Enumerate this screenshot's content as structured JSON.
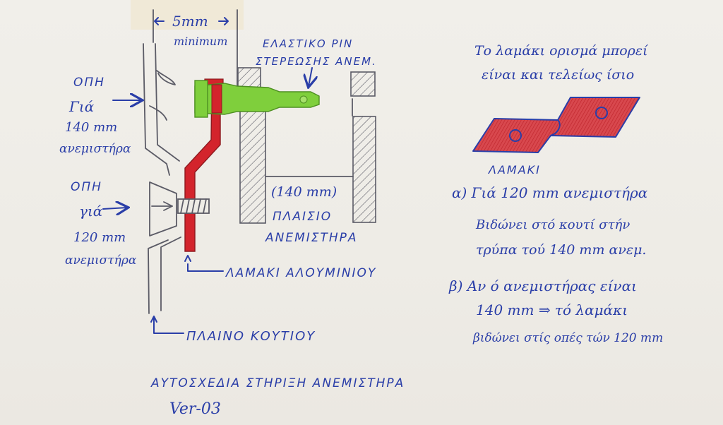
{
  "labels": {
    "gap_value": "5mm",
    "gap_note": "minimum",
    "elastic_pin_line1": "ΕΛΑΣΤΙΚΟ PIN",
    "elastic_pin_line2": "ΣΤΕΡΕΩΣΗΣ ΑΝΕΜ.",
    "hole140_line1": "ΟΠΗ",
    "hole140_line2": "Γιά",
    "hole140_line3": "140 mm",
    "hole140_line4": "ανεμιστήρα",
    "hole120_line1": "ΟΠΗ",
    "hole120_line2": "γιά",
    "hole120_line3": "120 mm",
    "hole120_line4": "ανεμιστήρα",
    "frame_size": "(140 mm)",
    "frame_line1": "ΠΛΑΙΣΙΟ",
    "frame_line2": "ΑΝΕΜΙΣΤΗΡΑ",
    "aluminium_strip": "ΛΑΜΑΚΙ ΑΛΟΥΜΙΝΙΟΥ",
    "case_side": "ΠΛΑΙΝΟ ΚΟΥΤΙΟΥ",
    "strip_caption": "ΛΑΜΑΚΙ"
  },
  "notes": {
    "top_line1": "Το λαμάκι ορισμά μπορεί",
    "top_line2": "είναι και τελείως ίσιο",
    "a_line1": "α) Γιά 120 mm ανεμιστήρα",
    "a_line2": "Βιδώνει στό κουτί στήν",
    "a_line3": "τρύπα τού 140 mm ανεμ.",
    "b_line1": "β) Αν ό ανεμιστήρας είναι",
    "b_line2": "140 mm ⇒ τό λαμάκι",
    "b_line3": "βιδώνει στίς οπές τών 120 mm"
  },
  "footer": {
    "title": "ΑΥΤΟΣΧΕΔΙΑ ΣΤΗΡΙΞΗ ΑΝΕΜΙΣΤΗΡΑ",
    "version": "Ver-03"
  },
  "colors": {
    "ink": "#2a3ea8",
    "strip_red": "#d3242c",
    "pin_green": "#7fcf3c",
    "pencil": "#5b5b66",
    "paper": "#efede8"
  }
}
